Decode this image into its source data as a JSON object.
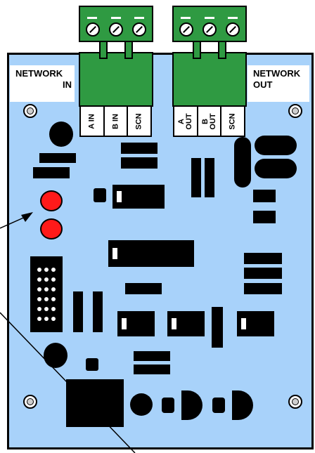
{
  "labels": {
    "network_in": [
      "NETWORK",
      "IN"
    ],
    "network_out": [
      "NETWORK",
      "OUT"
    ]
  },
  "terminals_in": [
    "A IN",
    "B IN",
    "SCN"
  ],
  "terminals_out": [
    "A\nOUT",
    "B\nOUT",
    "SCN"
  ],
  "colors": {
    "board": "#a8d2fa",
    "terminal": "#2f9a42",
    "led": "#ff1a1a",
    "component": "#000000"
  }
}
